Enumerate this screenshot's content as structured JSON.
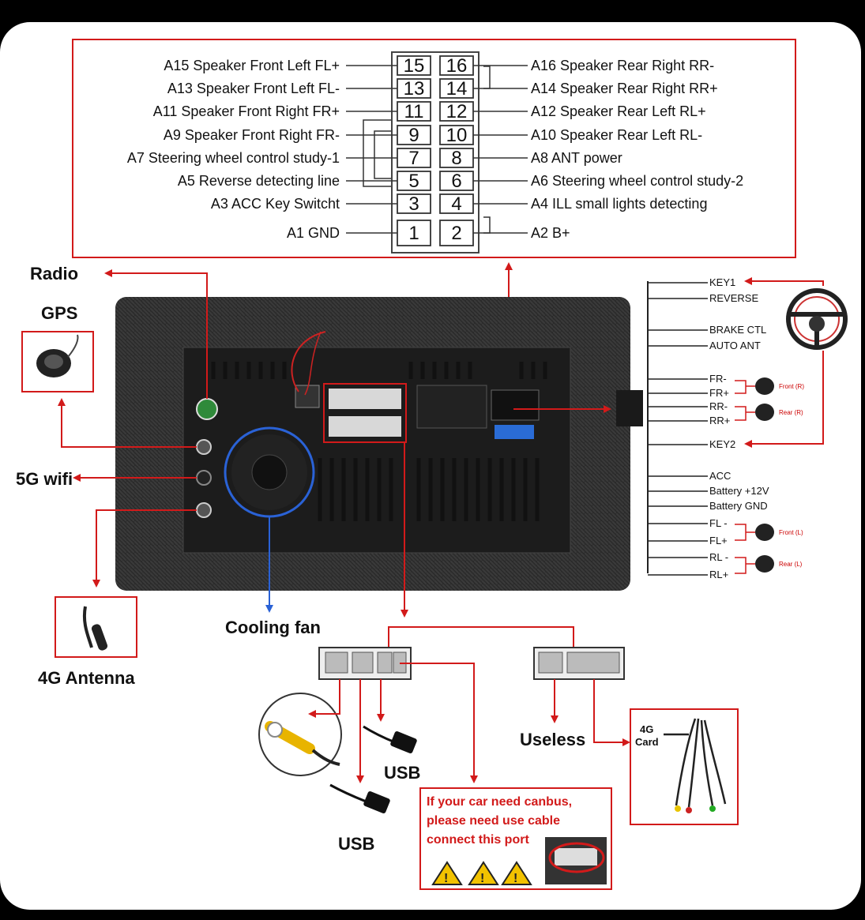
{
  "harness": {
    "left_labels": [
      "A15 Speaker Front Left FL+",
      "A13 Speaker Front Left FL-",
      "A11 Speaker Front Right FR+",
      "A9 Speaker Front Right FR-",
      "A7 Steering wheel control study-1",
      "A5 Reverse detecting line",
      "A3 ACC Key Switcht",
      "A1 GND"
    ],
    "right_labels": [
      "A16 Speaker Rear Right RR-",
      "A14 Speaker Rear Right RR+",
      "A12 Speaker Rear Left RL+",
      "A10 Speaker Rear Left RL-",
      "A8 ANT power",
      "A6 Steering wheel control study-2",
      "A4 ILL small lights detecting",
      "A2 B+"
    ],
    "left_pins": [
      "15",
      "13",
      "11",
      "9",
      "7",
      "5",
      "3",
      "1"
    ],
    "right_pins": [
      "16",
      "14",
      "12",
      "10",
      "8",
      "6",
      "4",
      "2"
    ]
  },
  "callouts": {
    "radio": "Radio",
    "gps": "GPS",
    "wifi": "5G wifi",
    "antenna_4g": "4G Antenna",
    "cooling_fan": "Cooling fan",
    "usb_1": "USB",
    "usb_2": "USB",
    "useless": "Useless",
    "card_4g_line1": "4G",
    "card_4g_line2": "Card"
  },
  "canbus_note": {
    "line1": "If your car need canbus,",
    "line2": "please need use cable",
    "line3": "connect this port"
  },
  "side_harness": {
    "wires": [
      "KEY1",
      "REVERSE",
      "BRAKE CTL",
      "AUTO ANT",
      "FR-",
      "FR+",
      "RR-",
      "RR+",
      "KEY2",
      "ACC",
      "Battery +12V",
      "Battery GND",
      "FL -",
      "FL+",
      "RL -",
      "RL+"
    ],
    "speakers": [
      "Front (R)",
      "Rear (R)",
      "Front (L)",
      "Rear (L)"
    ]
  },
  "colors": {
    "accent_red": "#d21a1a",
    "fan_blue": "#2a62d6",
    "unit_dark": "#262626"
  },
  "icons": [
    "steering-wheel-icon",
    "speaker-icon",
    "warning-icon",
    "gps-antenna-icon",
    "4g-antenna-icon",
    "usb-cable-icon",
    "rca-connector-icon"
  ]
}
